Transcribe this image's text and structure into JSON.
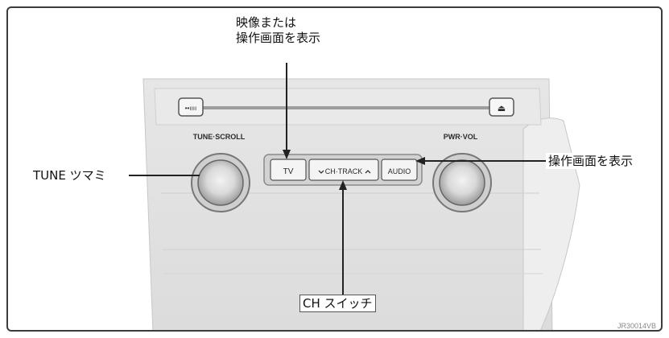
{
  "callouts": {
    "top": "映像または\n操作画面を表示",
    "right": "操作画面を表示",
    "left": "TUNE ツマミ",
    "bottom": "CH スイッチ"
  },
  "panel": {
    "left_knob_label": "TUNE·SCROLL",
    "right_knob_label": "PWR·VOL",
    "buttons": [
      "TV",
      "CH·TRACK",
      "AUDIO"
    ],
    "eject_symbol": "⏏",
    "slot_icon": "••ıııı"
  },
  "figure_code": "JR30014VB"
}
